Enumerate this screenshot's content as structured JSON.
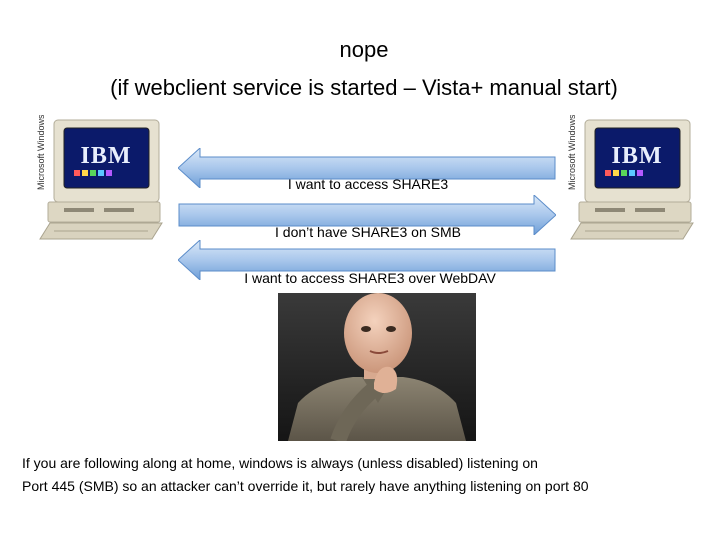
{
  "title": {
    "line1": "nope",
    "line2": "(if webclient service is started – Vista+ manual start)"
  },
  "computers": [
    {
      "brand": "IBM",
      "side_label": "Microsoft Windows"
    },
    {
      "brand": "IBM",
      "side_label": "Microsoft Windows"
    }
  ],
  "messages": [
    {
      "text": "I want to access SHARE3",
      "direction": "right-to-left"
    },
    {
      "text": "I don’t have SHARE3 on SMB",
      "direction": "left-to-right"
    },
    {
      "text": "I want to access SHARE3 over WebDAV",
      "direction": "right-to-left"
    }
  ],
  "footnote": {
    "line1": "If you are following along at home, windows is always (unless disabled) listening on",
    "line2": "Port 445 (SMB) so an attacker can’t override it, but rarely have anything listening on port 80"
  },
  "colors": {
    "arrow_light": "#c6dcf3",
    "arrow_dark": "#6a9bd6",
    "arrow_stroke": "#5b8cc9",
    "monitor_beige": "#e8e3d3",
    "screen": "#0b1a6a"
  }
}
